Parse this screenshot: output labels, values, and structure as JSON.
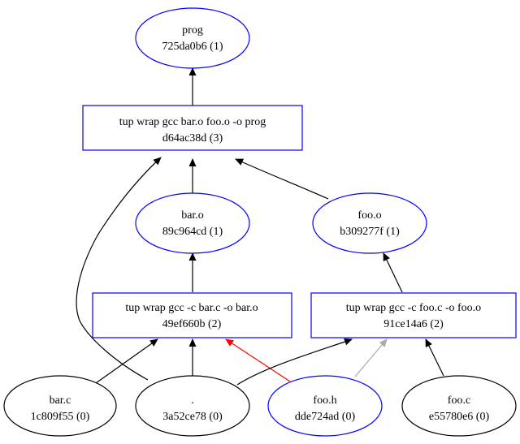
{
  "graph": {
    "nodes": {
      "prog": {
        "line1": "prog",
        "line2": "725da0b6 (1)",
        "shape": "ellipse",
        "color": "#0000ff"
      },
      "cmd_prog": {
        "line1": "tup wrap gcc bar.o foo.o -o prog",
        "line2": "d64ac38d (3)",
        "shape": "box",
        "color": "#0000ff"
      },
      "bar_o": {
        "line1": "bar.o",
        "line2": "89c964cd (1)",
        "shape": "ellipse",
        "color": "#0000ff"
      },
      "foo_o": {
        "line1": "foo.o",
        "line2": "b309277f (1)",
        "shape": "ellipse",
        "color": "#0000ff"
      },
      "cmd_bar": {
        "line1": "tup wrap gcc -c bar.c -o bar.o",
        "line2": "49ef660b (2)",
        "shape": "box",
        "color": "#0000ff"
      },
      "cmd_foo": {
        "line1": "tup wrap gcc -c foo.c -o foo.o",
        "line2": "91ce14a6 (2)",
        "shape": "box",
        "color": "#0000ff"
      },
      "bar_c": {
        "line1": "bar.c",
        "line2": "1c809f55 (0)",
        "shape": "ellipse",
        "color": "#000000"
      },
      "dot": {
        "line1": ".",
        "line2": "3a52ce78 (0)",
        "shape": "ellipse",
        "color": "#000000"
      },
      "foo_h": {
        "line1": "foo.h",
        "line2": "dde724ad (0)",
        "shape": "ellipse",
        "color": "#0000ff"
      },
      "foo_c": {
        "line1": "foo.c",
        "line2": "e55780e6 (0)",
        "shape": "ellipse",
        "color": "#000000"
      }
    },
    "edges": [
      {
        "from": "cmd_prog",
        "to": "prog",
        "color": "#000000"
      },
      {
        "from": "bar_o",
        "to": "cmd_prog",
        "color": "#000000"
      },
      {
        "from": "foo_o",
        "to": "cmd_prog",
        "color": "#000000"
      },
      {
        "from": "dot",
        "to": "cmd_prog",
        "color": "#000000"
      },
      {
        "from": "cmd_bar",
        "to": "bar_o",
        "color": "#000000"
      },
      {
        "from": "cmd_foo",
        "to": "foo_o",
        "color": "#000000"
      },
      {
        "from": "bar_c",
        "to": "cmd_bar",
        "color": "#000000"
      },
      {
        "from": "dot",
        "to": "cmd_bar",
        "color": "#000000"
      },
      {
        "from": "foo_h",
        "to": "cmd_bar",
        "color": "#ff0000"
      },
      {
        "from": "dot",
        "to": "cmd_foo",
        "color": "#000000"
      },
      {
        "from": "foo_h",
        "to": "cmd_foo",
        "color": "#aaaaaa"
      },
      {
        "from": "foo_c",
        "to": "cmd_foo",
        "color": "#000000"
      }
    ]
  }
}
